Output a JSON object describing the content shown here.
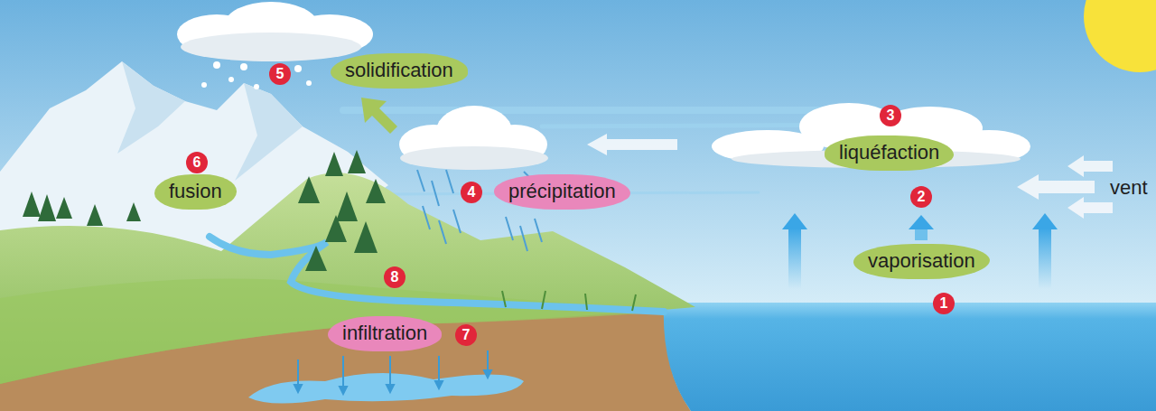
{
  "diagram": {
    "nodes": [
      {
        "text": [
          "solidification"
        ]
      },
      {
        "text": [
          "liquéfaction"
        ]
      },
      {
        "text": [
          "fusion"
        ]
      },
      {
        "text": [
          "précipitation"
        ]
      },
      {
        "text": [
          "vaporisation"
        ]
      },
      {
        "text": [
          "infiltration"
        ]
      }
    ],
    "labels": [
      "5",
      "3",
      "6",
      "4",
      "2",
      "1",
      "8",
      "7",
      "vent"
    ]
  }
}
